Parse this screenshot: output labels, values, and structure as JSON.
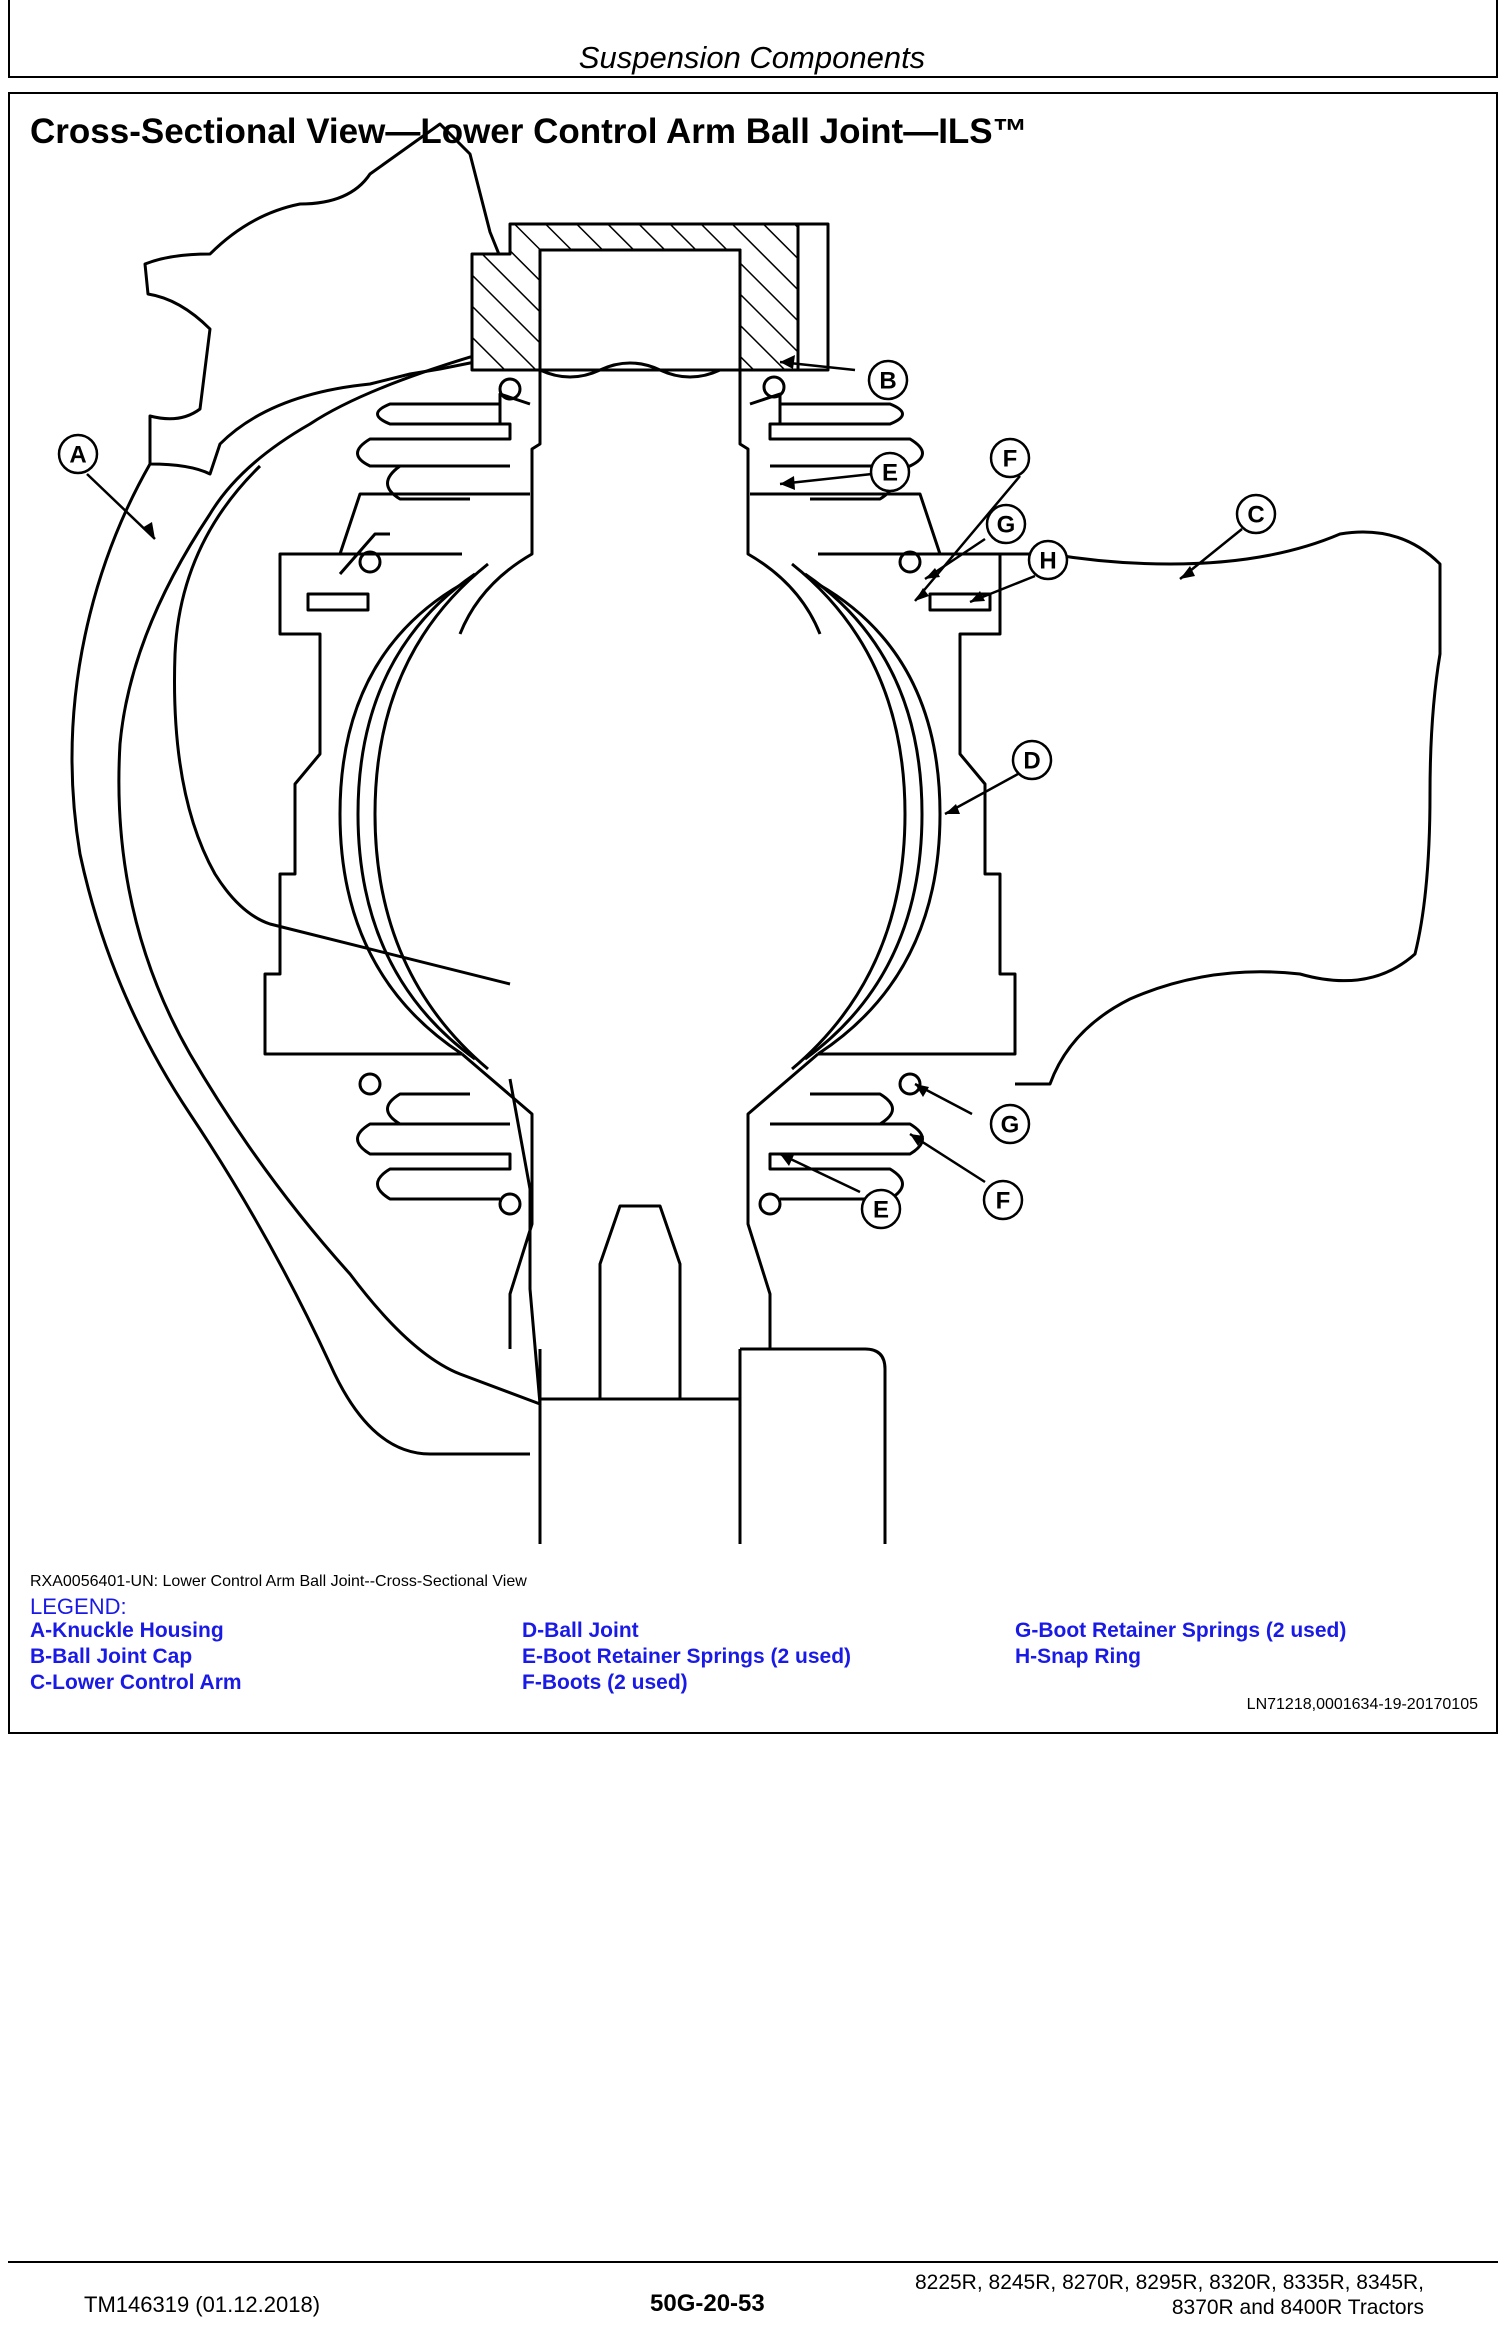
{
  "page": {
    "section_header": "Suspension Components",
    "figure_title": "Cross-Sectional View—Lower Control Arm Ball Joint—ILS™",
    "caption": "RXA0056401-UN: Lower Control Arm Ball Joint--Cross-Sectional View",
    "doc_ref": "LN71218,0001634-19-20170105"
  },
  "legend": {
    "title": "LEGEND:",
    "items": [
      {
        "text": "A-Knuckle Housing"
      },
      {
        "text": "B-Ball Joint Cap"
      },
      {
        "text": "C-Lower Control Arm"
      },
      {
        "text": "D-Ball Joint"
      },
      {
        "text": "E-Boot Retainer Springs (2 used)"
      },
      {
        "text": "F-Boots (2 used)"
      },
      {
        "text": "G-Boot Retainer Springs (2 used)"
      },
      {
        "text": "H-Snap Ring"
      }
    ]
  },
  "diagram": {
    "callouts": [
      "A",
      "B",
      "C",
      "D",
      "E",
      "F",
      "G",
      "H",
      "E",
      "F",
      "G"
    ]
  },
  "footer": {
    "left": "TM146319 (01.12.2018)",
    "center": "50G-20-53",
    "right_line1": "8225R, 8245R, 8270R, 8295R, 8320R, 8335R, 8345R,",
    "right_line2": "8370R and 8400R Tractors"
  }
}
